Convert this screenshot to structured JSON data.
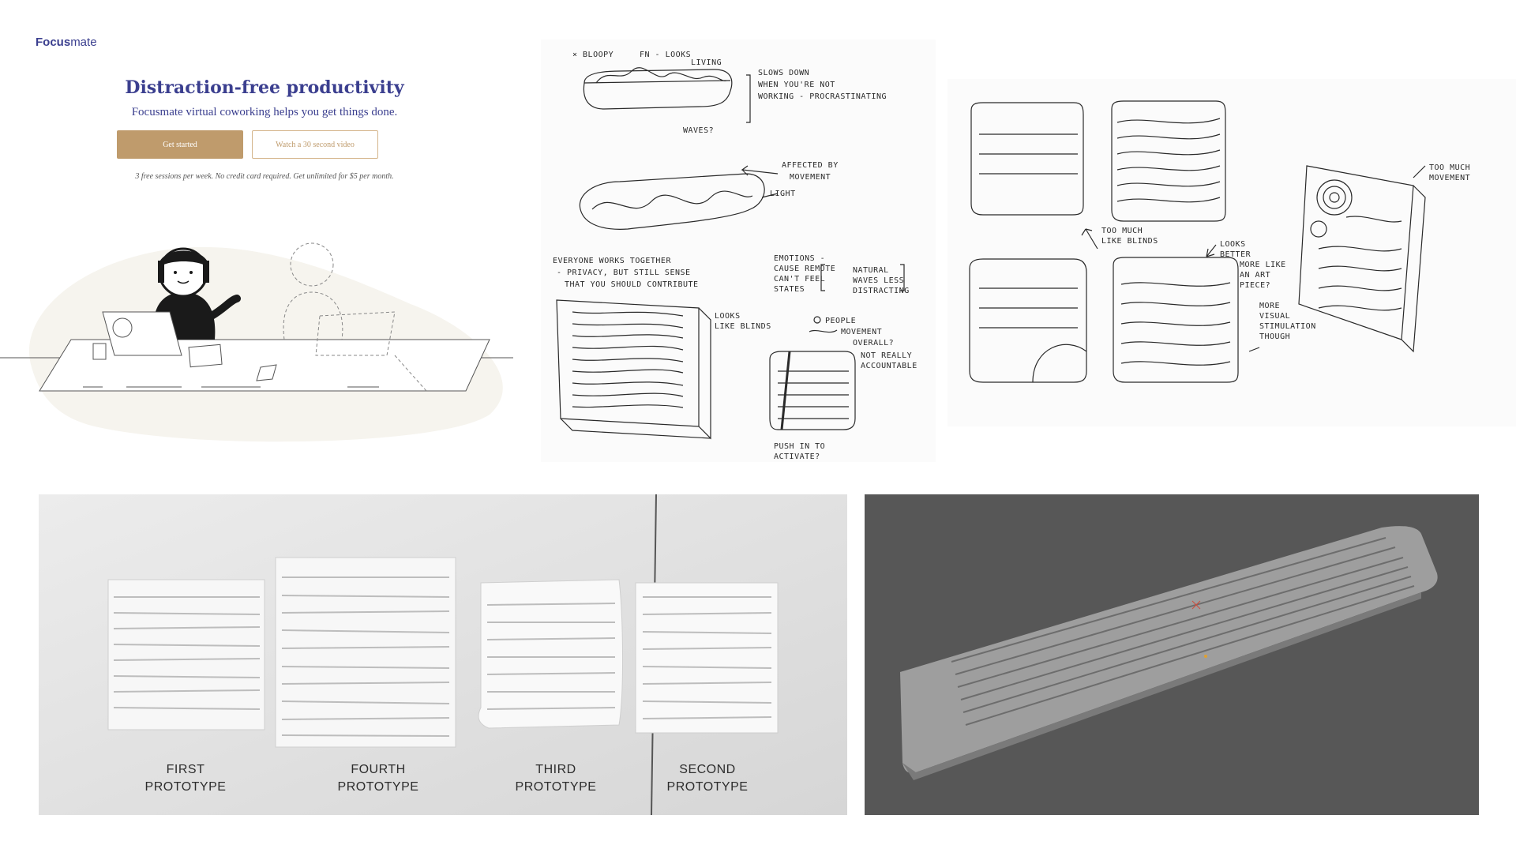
{
  "focusmate": {
    "logo": {
      "bold": "Focus",
      "regular": "mate"
    },
    "title": "Distraction-free productivity",
    "subtitle": "Focusmate virtual coworking helps you get things done.",
    "primary_button": "Get started",
    "secondary_button": "Watch a 30 second video",
    "fineprint": "3 free sessions per week. No credit card required. Get unlimited for $5 per month.",
    "colors": {
      "brand": "#3b3f8f",
      "accent": "#bf9b6c"
    }
  },
  "sketch_left": {
    "notes": [
      "× BLOOPY",
      "FN - LOOKS",
      "LIVING",
      "SLOWS DOWN",
      "WHEN YOU'RE NOT",
      "WORKING - PROCRASTINATING",
      "WAVES?",
      "AFFECTED BY",
      "MOVEMENT",
      "LIGHT",
      "EVERYONE WORKS TOGETHER",
      "- PRIVACY, BUT STILL SENSE",
      "THAT YOU SHOULD CONTRIBUTE",
      "EMOTIONS -",
      "CAUSE REMOTE",
      "CAN'T FEEL",
      "STATES",
      "NATURAL",
      "WAVES LESS",
      "DISTRACTING",
      "LOOKS",
      "LIKE BLINDS",
      "PEOPLE",
      "MOVEMENT",
      "OVERALL?",
      "NOT REALLY",
      "ACCOUNTABLE",
      "PUSH IN TO",
      "ACTIVATE?"
    ]
  },
  "sketch_right": {
    "notes": [
      "TOO MUCH",
      "LIKE BLINDS",
      "LOOKS",
      "BETTER",
      "MORE LIKE",
      "AN ART",
      "PIECE?",
      "MORE",
      "VISUAL",
      "STIMULATION",
      "THOUGH",
      "TOO MUCH",
      "MOVEMENT"
    ]
  },
  "photo": {
    "labels": [
      {
        "line1": "FIRST",
        "line2": "PROTOTYPE"
      },
      {
        "line1": "FOURTH",
        "line2": "PROTOTYPE"
      },
      {
        "line1": "THIRD",
        "line2": "PROTOTYPE"
      },
      {
        "line1": "SECOND",
        "line2": "PROTOTYPE"
      }
    ]
  }
}
